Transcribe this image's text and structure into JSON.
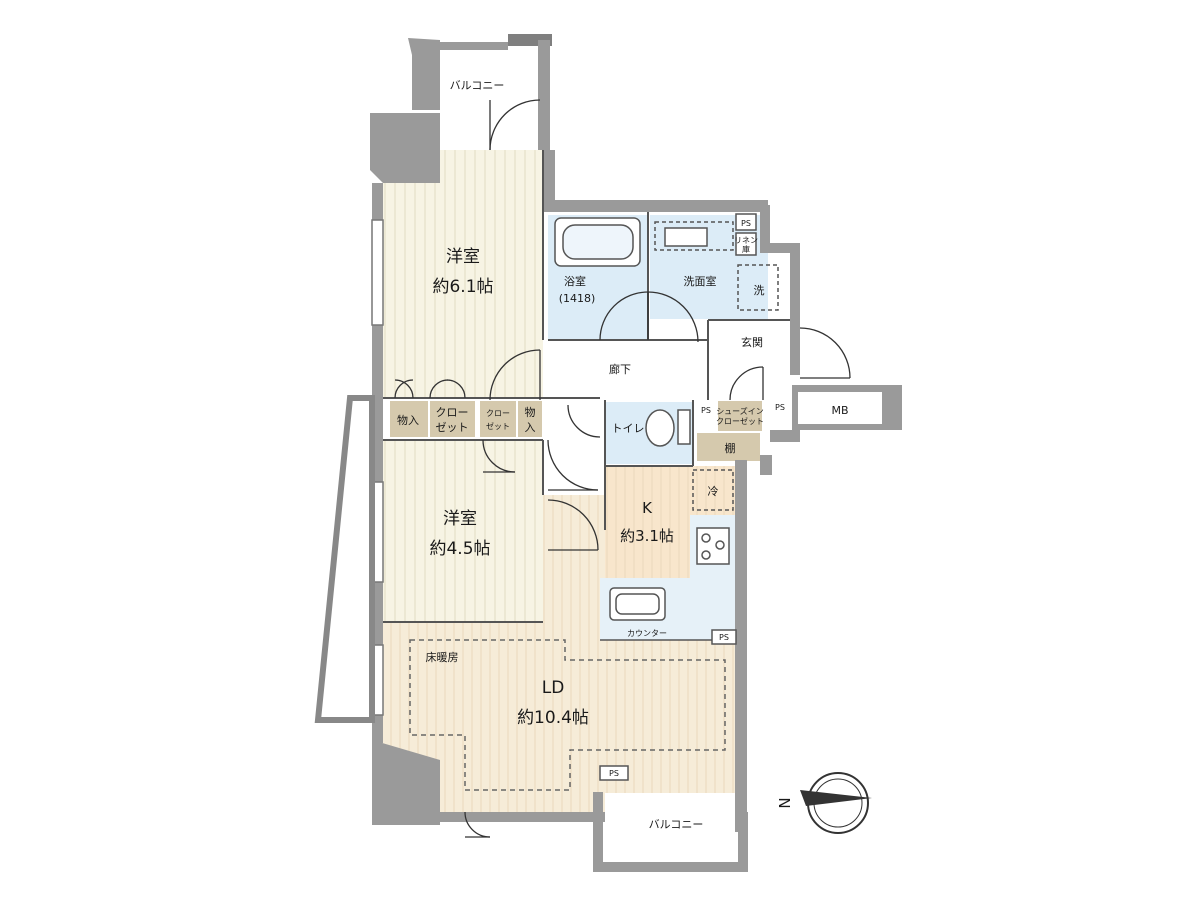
{
  "rooms": {
    "balcony_top": "バルコニー",
    "western1_name": "洋室",
    "western1_size": "約6.1帖",
    "bath_name": "浴室",
    "bath_size": "(1418)",
    "washroom": "洗面室",
    "washer": "洗",
    "entrance": "玄関",
    "hallway": "廊下",
    "storage1": "物入",
    "closet1_line1": "クロー",
    "closet1_line2": "ゼット",
    "closet2_line1": "クロー",
    "closet2_line2": "ゼット",
    "storage2_line1": "物",
    "storage2_line2": "入",
    "toilet": "トイレ",
    "ps_toilet": "PS",
    "shoes_line1": "シューズイン",
    "shoes_line2": "クローゼット",
    "shelf": "棚",
    "ps_side": "PS",
    "mb": "MB",
    "ps_top": "PS",
    "linen_line1": "リネン",
    "linen_line2": "庫",
    "fridge": "冷",
    "kitchen_name": "K",
    "kitchen_size": "約3.1帖",
    "western2_name": "洋室",
    "western2_size": "約4.5帖",
    "counter": "カウンター",
    "ps_counter": "PS",
    "floor_heating": "床暖房",
    "ld_name": "LD",
    "ld_size": "約10.4帖",
    "ps_bottom": "PS",
    "balcony_bottom": "バルコニー",
    "compass": "N"
  },
  "colors": {
    "wall": "#9a9a9a",
    "western_floor": "#f7f4e4",
    "ld_floor": "#f6ecd8",
    "wet_area": "#dcecf7",
    "storage": "#d5c9ad",
    "kitchen": "#e6f1f8"
  }
}
